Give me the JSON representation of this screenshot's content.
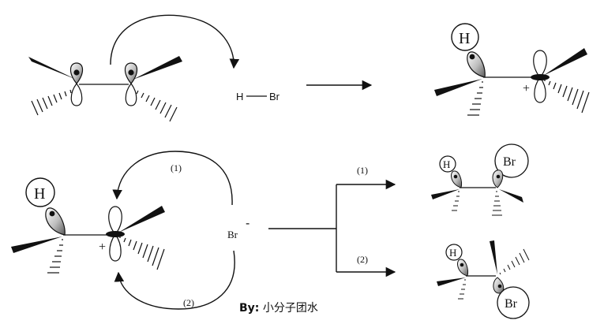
{
  "reactants": {
    "hbr_h": "H",
    "hbr_br": "Br"
  },
  "product_top": {
    "h_label": "H",
    "charge": "+"
  },
  "lower_left": {
    "h_label": "H",
    "charge": "+",
    "br_label": "Br",
    "br_charge": "-",
    "path1": "(1)",
    "path2": "(2)"
  },
  "branch": {
    "path1": "(1)",
    "path2": "(2)"
  },
  "product_1": {
    "h_label": "H",
    "br_label": "Br"
  },
  "product_2": {
    "h_label": "H",
    "br_label": "Br"
  },
  "credit": {
    "by": "By:",
    "author": "小分子团水"
  }
}
